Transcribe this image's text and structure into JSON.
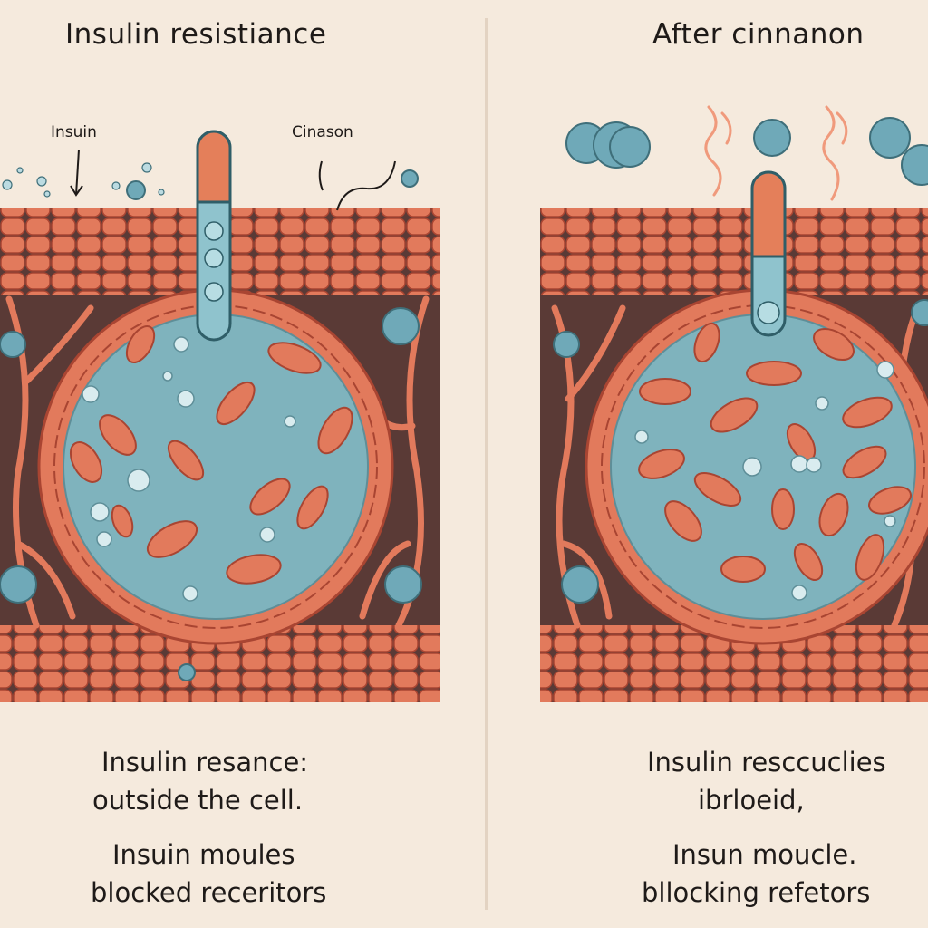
{
  "left_panel": {
    "title": "Insulin resistiance",
    "label_insulin": "Insuin",
    "label_cinnamon": "Cinason",
    "caption_lines": [
      "Insulin  resance:",
      "outside the cell.",
      "Insuin  moules",
      "blocked receritors"
    ]
  },
  "right_panel": {
    "title": "After cinnanon",
    "caption_lines": [
      "Insulin  resccuclies",
      "ibrloeid,",
      "Insun moucle.",
      "bllocking  refetors"
    ]
  },
  "colors": {
    "background": "#f5eadd",
    "membrane": "#e27a5c",
    "membrane_dark": "#a94532",
    "cell_fluid": "#7fb3bd",
    "molecule": "#6fa9b8",
    "pill_top": "#e47f5a",
    "pill_bottom": "#8fc3cd"
  }
}
